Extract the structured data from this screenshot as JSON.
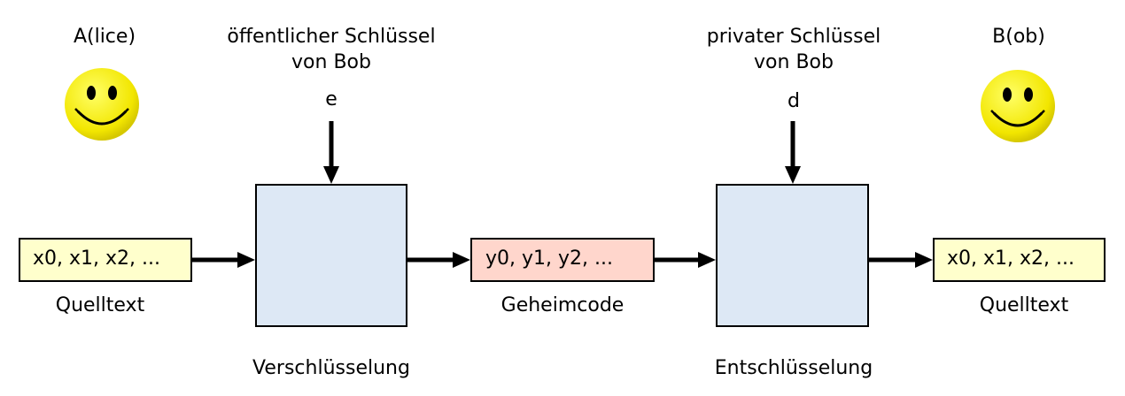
{
  "alice": {
    "label": "A(lice)",
    "icon": "smiley-face-icon"
  },
  "bob": {
    "label": "B(ob)",
    "icon": "smiley-face-icon"
  },
  "public_key": {
    "line1": "öffentlicher Schlüssel",
    "line2": "von Bob",
    "symbol": "e"
  },
  "private_key": {
    "line1": "privater Schlüssel",
    "line2": "von Bob",
    "symbol": "d"
  },
  "plaintext_in": {
    "value": "x0, x1, x2, ...",
    "caption": "Quelltext"
  },
  "ciphertext": {
    "value": "y0, y1, y2, ...",
    "caption": "Geheimcode"
  },
  "plaintext_out": {
    "value": "x0, x1, x2, ...",
    "caption": "Quelltext"
  },
  "encryption": {
    "caption": "Verschlüsselung"
  },
  "decryption": {
    "caption": "Entschlüsselung"
  },
  "colors": {
    "plaintext_fill": "#ffffcc",
    "ciphertext_fill": "#ffd6cc",
    "process_fill": "#dde8f5",
    "smiley_fill": "#ffee00"
  }
}
